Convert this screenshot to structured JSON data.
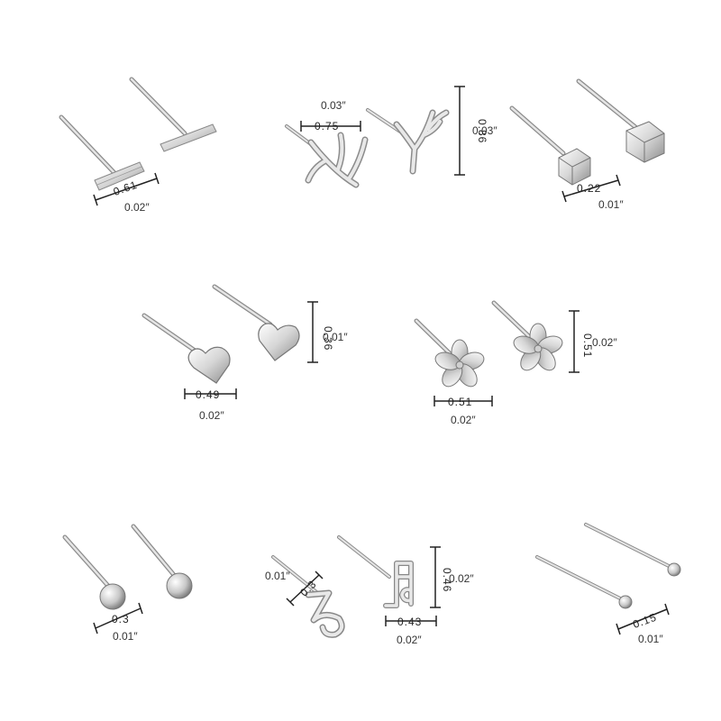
{
  "products": [
    {
      "name": "bar",
      "dims": {
        "width": "0.61",
        "thick": "0.02″"
      }
    },
    {
      "name": "antler",
      "dims": {
        "width": "0.75",
        "height": "0.86",
        "thick_left": "0.03″",
        "thick_right": "0.03″"
      }
    },
    {
      "name": "cube",
      "dims": {
        "width": "0.22",
        "thick": "0.01″"
      }
    },
    {
      "name": "heart",
      "dims": {
        "width": "0.49",
        "height": "0.36",
        "thick_bottom": "0.02″",
        "thick_right": "0.01″"
      }
    },
    {
      "name": "flower",
      "dims": {
        "width": "0.51",
        "height": "0.51",
        "thick_bottom": "0.02″",
        "thick_right": "0.02″"
      }
    },
    {
      "name": "ball",
      "dims": {
        "width": "0.3",
        "thick": "0.01″"
      }
    },
    {
      "name": "music-note",
      "dims": {
        "note_width": "0.3",
        "note_thick": "0.01″",
        "clef_width": "0.43",
        "clef_height": "0.46",
        "thick_bottom": "0.02″",
        "thick_right": "0.02″"
      }
    },
    {
      "name": "tiny-ball",
      "dims": {
        "width": "0.15",
        "thick": "0.01″"
      }
    }
  ],
  "colors": {
    "metal": "#d9d9d9",
    "metal_edge": "#8c8c8c",
    "dim_line": "#222222"
  }
}
